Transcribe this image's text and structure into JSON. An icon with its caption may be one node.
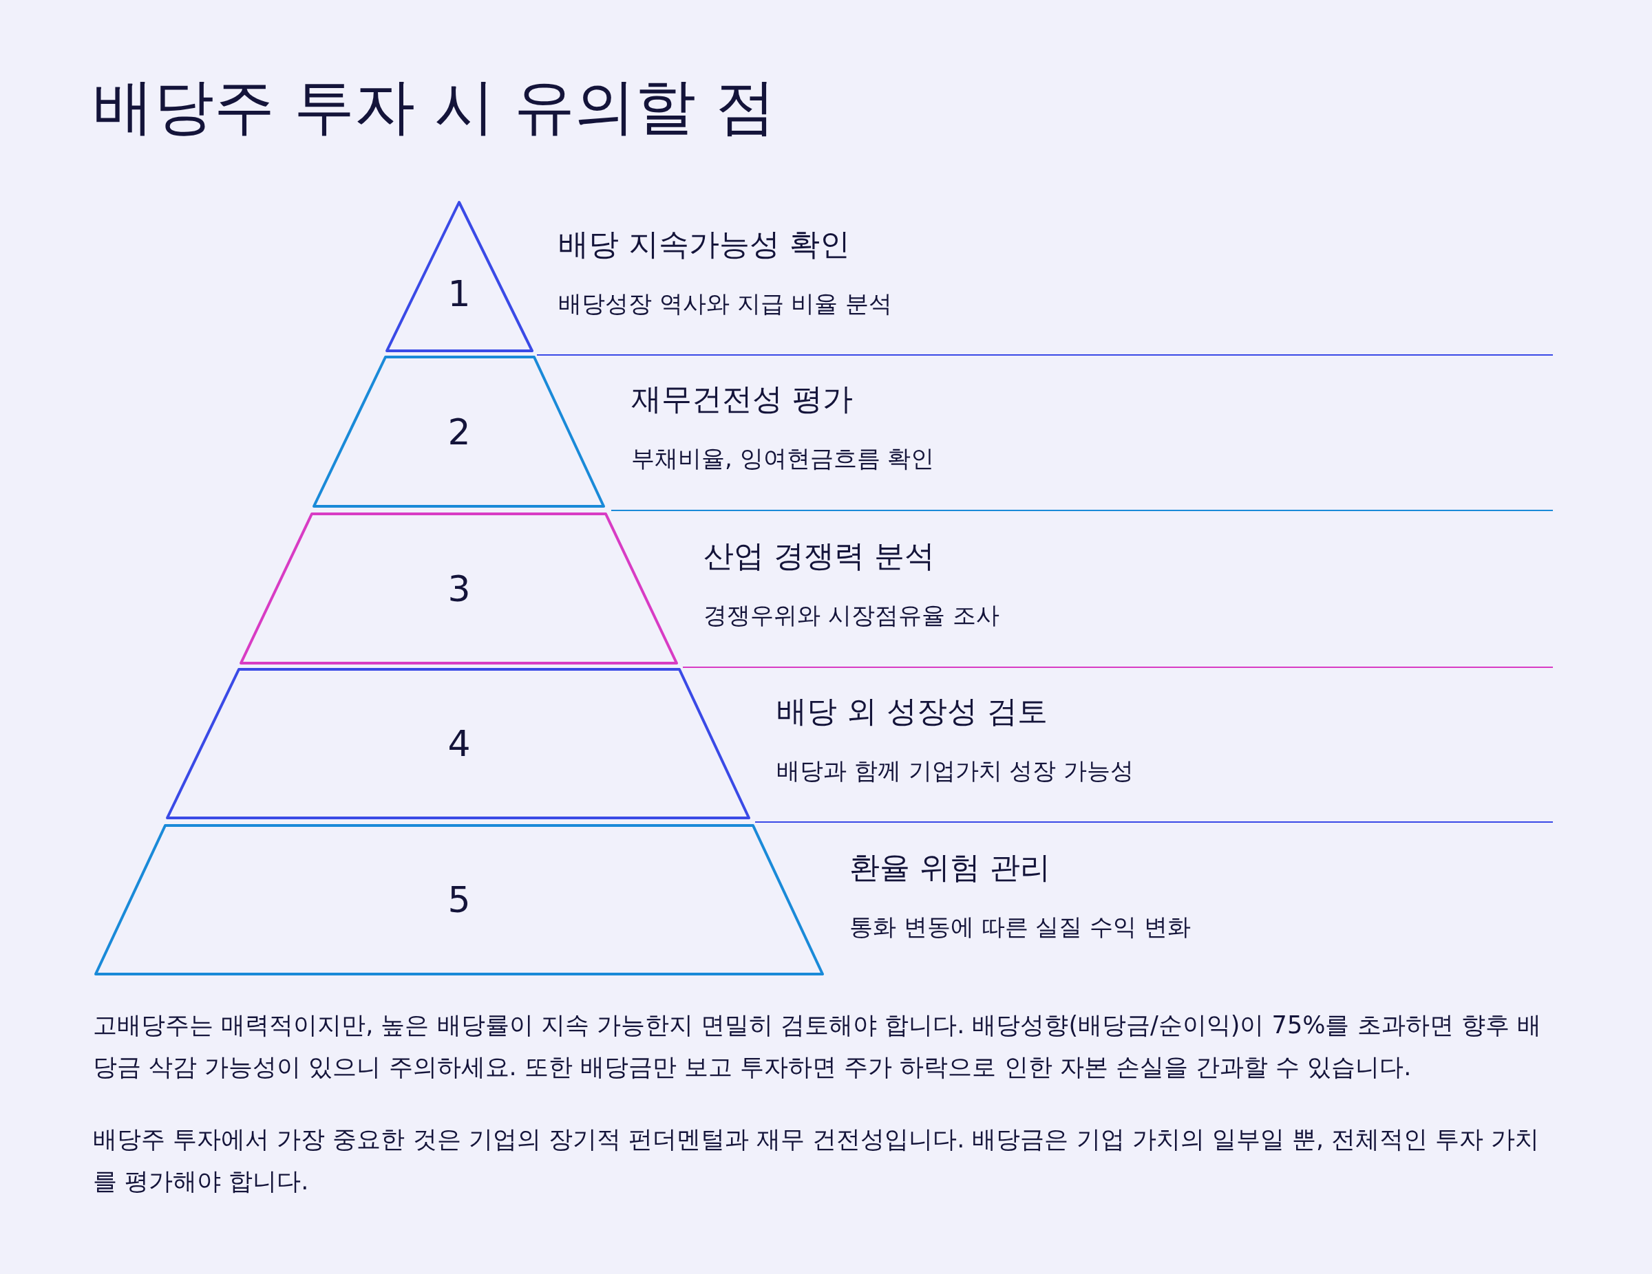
{
  "diagram": {
    "title": "배당주 투자 시 유의할 점",
    "nodes": [
      {
        "text": [
          "1"
        ],
        "beside": [
          "배당 지속가능성 확인",
          "배당성장 역사와 지급 비율 분석"
        ]
      },
      {
        "text": [
          "2"
        ],
        "beside": [
          "재무건전성 평가",
          "부채비율, 잉여현금흐름 확인"
        ]
      },
      {
        "text": [
          "3"
        ],
        "beside": [
          "산업 경쟁력 분석",
          "경쟁우위와 시장점유율 조사"
        ]
      },
      {
        "text": [
          "4"
        ],
        "beside": [
          "배당 외 성장성 검토",
          "배당과 함께 기업가치 성장 가능성"
        ]
      },
      {
        "text": [
          "5"
        ],
        "beside": [
          "환율 위험 관리",
          "통화 변동에 따른 실질 수익 변화"
        ]
      }
    ],
    "labels": [
      "고배당주는 매력적이지만, 높은 배당률이 지속 가능한지 면밀히 검토해야 합니다. 배당성향(배당금/순이익)이 75%를 초과하면 향후 배당금 삭감 가능성이 있으니 주의하세요. 또한 배당금만 보고 투자하면 주가 하락으로 인한 자본 손실을 간과할 수 있습니다.",
      "배당주 투자에서 가장 중요한 것은 기업의 장기적 펀더멘털과 재무 건전성입니다. 배당금은 기업 가치의 일부일 뿐, 전체적인 투자 가치를 평가해야 합니다."
    ]
  }
}
